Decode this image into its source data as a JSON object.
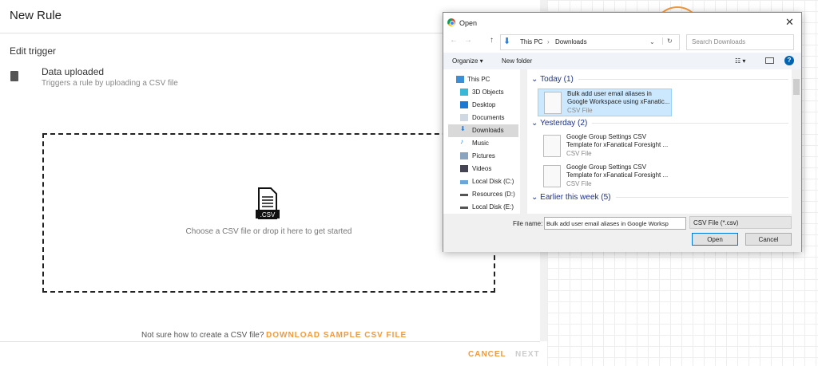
{
  "page": {
    "title": "New Rule",
    "section": "Edit trigger",
    "trigger": {
      "title": "Data uploaded",
      "subtitle": "Triggers a rule by uploading a CSV file",
      "icon": "file-upload-icon"
    },
    "dropzone": {
      "icon_label": ".CSV",
      "text": "Choose a CSV file or drop it here to get started"
    },
    "help_text": "Not sure how to create a CSV file?",
    "download_link": "DOWNLOAD SAMPLE CSV FILE",
    "cancel": "CANCEL",
    "next": "NEXT",
    "accent": "#f39a3c"
  },
  "dialog": {
    "title": "Open",
    "breadcrumb": [
      "This PC",
      "Downloads"
    ],
    "search_placeholder": "Search Downloads",
    "organize": "Organize ▾",
    "new_folder": "New folder",
    "nav": [
      "This PC",
      "3D Objects",
      "Desktop",
      "Documents",
      "Downloads",
      "Music",
      "Pictures",
      "Videos",
      "Local Disk (C:)",
      "Resources (D:)",
      "Local Disk (E:)"
    ],
    "selected_nav": "Downloads",
    "groups": [
      {
        "label": "Today (1)"
      },
      {
        "label": "Yesterday (2)"
      },
      {
        "label": "Earlier this week (5)"
      }
    ],
    "files": [
      {
        "name1": "Bulk add user email aliases in",
        "name2": "Google Workspace using xFanatic...",
        "type": "CSV File"
      },
      {
        "name1": "Google Group Settings CSV",
        "name2": "Template for xFanatical Foresight ...",
        "type": "CSV File"
      },
      {
        "name1": "Google Group Settings CSV",
        "name2": "Template for xFanatical Foresight ...",
        "type": "CSV File"
      }
    ],
    "file_name_label": "File name:",
    "file_name_value": "Bulk add user email aliases in Google Worksp",
    "file_type": "CSV File (*.csv)",
    "open": "Open",
    "cancel": "Cancel"
  }
}
